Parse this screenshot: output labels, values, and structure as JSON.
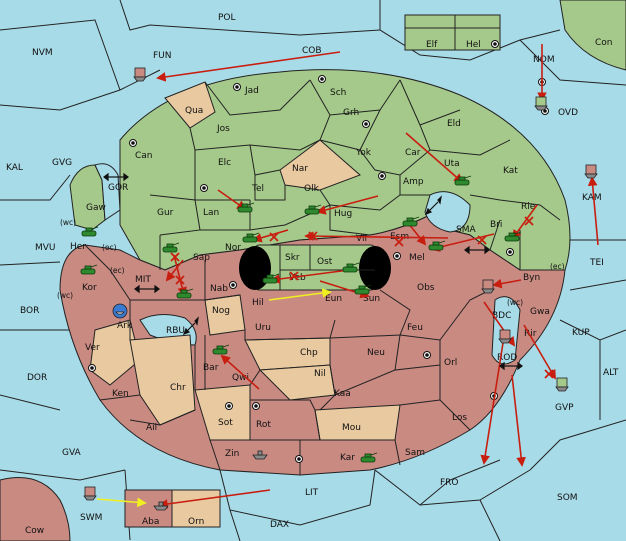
{
  "map": {
    "colors": {
      "sea": "#a8dbe8",
      "green_power": "#a5c98a",
      "red_power": "#c98a82",
      "neutral": "#e8c9a0",
      "order_move": "#c81e10",
      "order_support": "#f0f020",
      "line": "#222222"
    },
    "sea_labels": {
      "pol": "POL",
      "nvm": "NVM",
      "fun": "FUN",
      "cob": "COB",
      "con": "Con",
      "nom": "NOM",
      "ovd": "OVD",
      "kal": "KAL",
      "gvg": "GVG",
      "gor": "GOR",
      "mvu": "MVU",
      "mit": "MIT",
      "bor": "BOR",
      "dor": "DOR",
      "rbu": "RBU",
      "gva": "GVA",
      "swm": "SWM",
      "lit": "LIT",
      "dax": "DAX",
      "fro": "FRO",
      "som": "SOM",
      "alt": "ALT",
      "kup": "KUP",
      "gvp": "GVP",
      "rod": "ROD",
      "bdc": "BDC",
      "tei": "TEI",
      "kam": "KAM",
      "sma": "SMA",
      "cow": "Cow",
      "elf": "Elf",
      "hel": "Hel"
    },
    "land_labels": {
      "qua": "Qua",
      "jad": "Jad",
      "sch": "Sch",
      "jos": "Jos",
      "grh": "Grh",
      "eld": "Eld",
      "can": "Can",
      "elc": "Elc",
      "nar": "Nar",
      "yok": "Yok",
      "car": "Car",
      "uta": "Uta",
      "kat": "Kat",
      "tel": "Tel",
      "olk": "Olk",
      "amp": "Amp",
      "gur": "Gur",
      "lan": "Lan",
      "hug": "Hug",
      "rie": "Rie",
      "bri": "Bri",
      "gaw": "Gaw",
      "her": "Her",
      "nor": "Nor",
      "vil": "Vil",
      "esm": "Esm",
      "sap": "Sap",
      "skr": "Skr",
      "ost": "Ost",
      "mel": "Mel",
      "byn": "Byn",
      "kor": "Kor",
      "nab": "Nab",
      "veb": "Veb",
      "obs": "Obs",
      "ark": "Ark",
      "hil": "Hil",
      "eun": "Eun",
      "sun": "Sun",
      "nog": "Nog",
      "gwa": "Gwa",
      "uru": "Uru",
      "feu": "Feu",
      "rir": "Rir",
      "ver": "Ver",
      "chp": "Chp",
      "neu": "Neu",
      "bar": "Bar",
      "qwi": "Qwi",
      "nil": "Nil",
      "orl": "Orl",
      "chr": "Chr",
      "ken": "Ken",
      "kaa": "Kaa",
      "sot": "Sot",
      "rot": "Rot",
      "los": "Los",
      "ail": "Ail",
      "mou": "Mou",
      "zin": "Zin",
      "kar": "Kar",
      "sam": "Sam",
      "aba": "Aba",
      "orn": "Orn"
    },
    "coast_notes": {
      "gaw_wc": "(wc)",
      "her_ec": "(ec)",
      "kor_ec": "(ec)",
      "kor_wc": "(wc)",
      "bdc_wc": "(wc)",
      "byn_ec": "(ec)"
    },
    "unit_icons": "tank-icon, ship-icon, supply-center-icon, arrow-icon"
  }
}
